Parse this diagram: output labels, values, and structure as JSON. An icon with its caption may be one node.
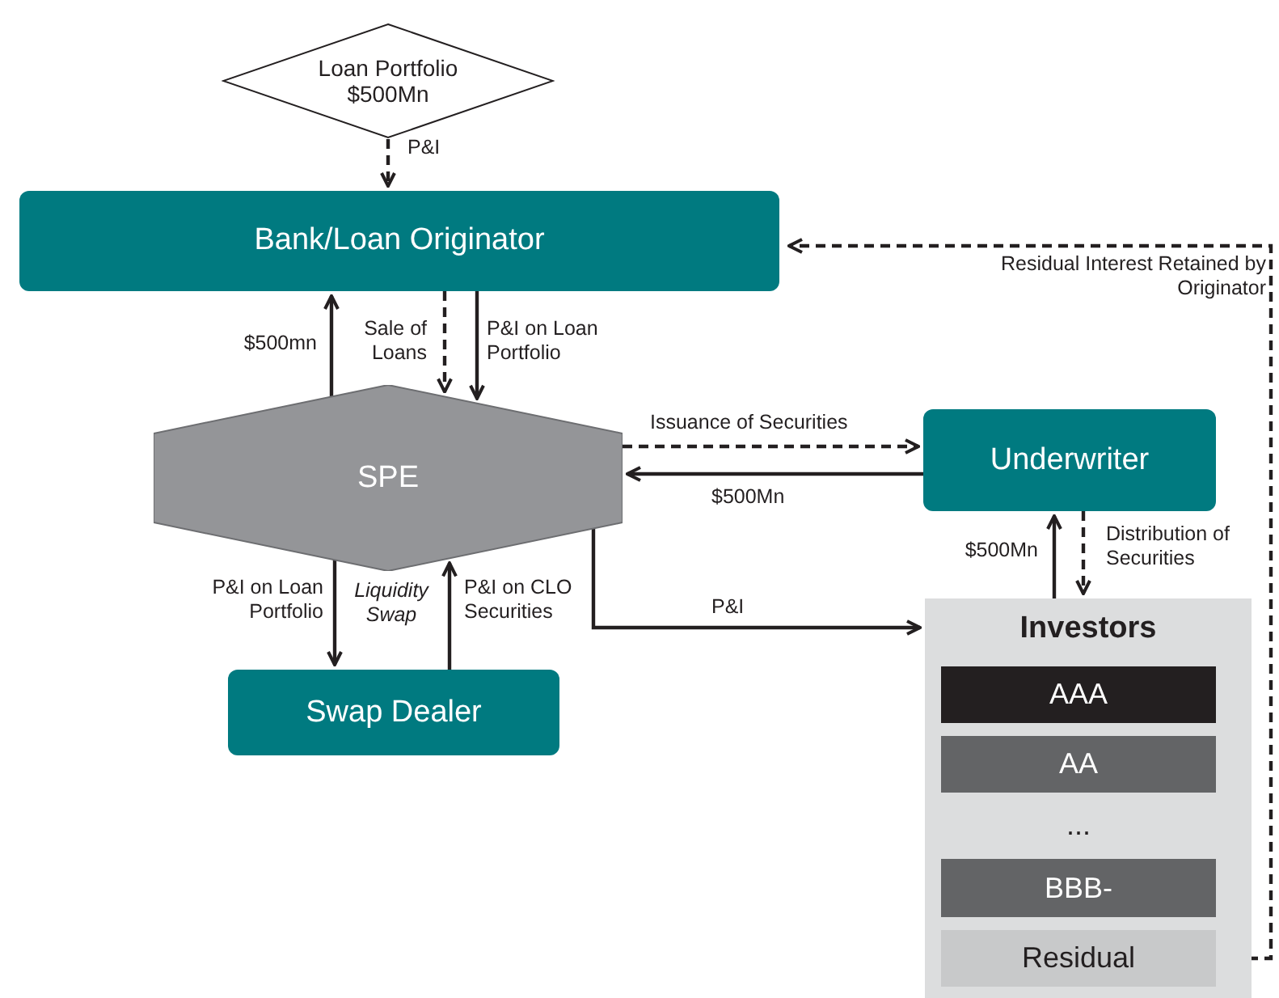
{
  "diagram": {
    "nodes": [
      {
        "text": [
          "Loan Portfolio $500Mn"
        ]
      },
      {
        "text": [
          "Bank/Loan Originator"
        ]
      },
      {
        "text": [
          "SPE"
        ]
      },
      {
        "text": [
          "Underwriter"
        ]
      },
      {
        "text": [
          "Swap Dealer"
        ]
      },
      {
        "text": [
          "Investors"
        ]
      },
      {
        "text": [
          "AAA"
        ],
        "in": 5
      },
      {
        "text": [
          "AA"
        ],
        "in": 5
      },
      {
        "text": [
          "BBB-"
        ],
        "in": 5
      },
      {
        "text": [
          "Residual"
        ],
        "in": 5
      }
    ],
    "edges": [
      {
        "from": 0,
        "to": 1,
        "arrow": "to",
        "label": "P&I",
        "style": "dashed"
      },
      {
        "from": 2,
        "to": 1,
        "arrow": "to",
        "label": "$500mn"
      },
      {
        "from": 1,
        "to": 2,
        "arrow": "to",
        "label": "Sale of Loans",
        "style": "dashed"
      },
      {
        "from": 1,
        "to": 2,
        "arrow": "to",
        "label": "P&I on Loan Portfolio"
      },
      {
        "from": 2,
        "to": 3,
        "arrow": "to",
        "label": "Issuance of Securities",
        "style": "dashed"
      },
      {
        "from": 3,
        "to": 2,
        "arrow": "to",
        "label": "$500Mn"
      },
      {
        "from": 5,
        "to": 3,
        "arrow": "to",
        "label": "$500Mn"
      },
      {
        "from": 3,
        "to": 5,
        "arrow": "to",
        "label": "Distribution of Securities",
        "style": "dashed"
      },
      {
        "from": 2,
        "to": 5,
        "arrow": "to",
        "label": "P&I"
      },
      {
        "from": 2,
        "to": 4,
        "arrow": "to",
        "label": "P&I on Loan Portfolio"
      },
      {
        "from": 4,
        "to": 2,
        "arrow": "to",
        "label": "P&I on CLO Securities"
      },
      {
        "from": 9,
        "to": 1,
        "arrow": "to",
        "label": "Residual Interest Retained by Originator",
        "style": "dashed"
      }
    ],
    "labels": [
      "Liquidity Swap",
      "..."
    ]
  }
}
